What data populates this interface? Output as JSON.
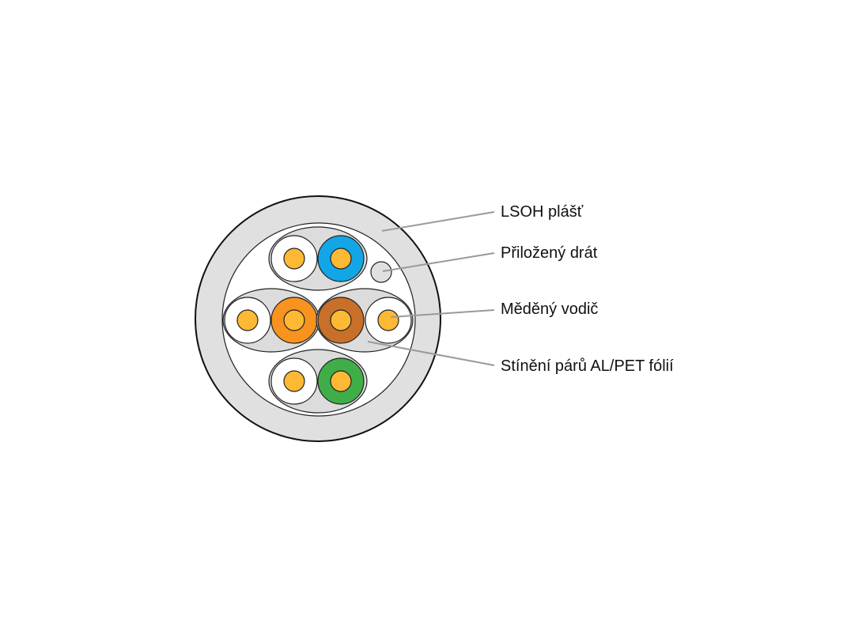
{
  "labels": {
    "jacket": "LSOH plášť",
    "drain_wire": "Přiložený drát",
    "conductor": "Měděný vodič",
    "shield": "Stínění párů AL/PET fólií"
  },
  "colors": {
    "jacket": "#e0e0e0",
    "shield": "#dcdcdc",
    "conductor": "#fdb933",
    "blue": "#12a6e6",
    "orange": "#f7931e",
    "brown": "#c8702a",
    "green": "#3fae49",
    "white": "#ffffff",
    "leader": "#9a9a9a"
  }
}
